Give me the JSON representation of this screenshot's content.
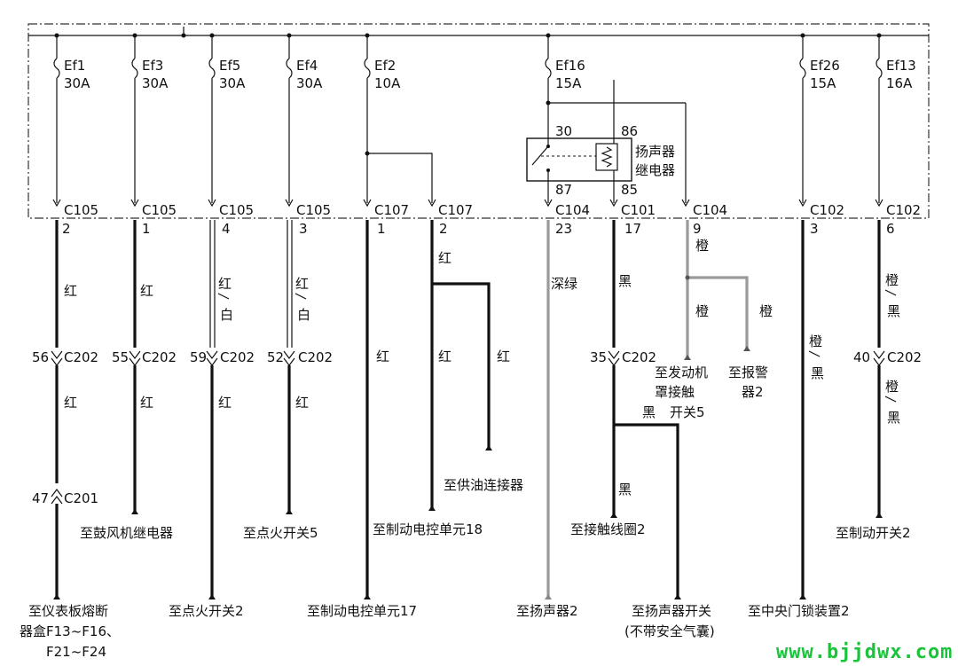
{
  "diagram": {
    "fuses": [
      {
        "name": "Ef1",
        "rating": "30A"
      },
      {
        "name": "Ef3",
        "rating": "30A"
      },
      {
        "name": "Ef5",
        "rating": "30A"
      },
      {
        "name": "Ef4",
        "rating": "30A"
      },
      {
        "name": "Ef2",
        "rating": "10A"
      },
      {
        "name": "Ef16",
        "rating": "15A"
      },
      {
        "name": "Ef26",
        "rating": "15A"
      },
      {
        "name": "Ef13",
        "rating": "16A"
      }
    ],
    "box_connectors": [
      {
        "label": "C105",
        "pin": "2"
      },
      {
        "label": "C105",
        "pin": "1"
      },
      {
        "label": "C105",
        "pin": "4"
      },
      {
        "label": "C105",
        "pin": "3"
      },
      {
        "label": "C107",
        "pin": "1"
      },
      {
        "label": "C107",
        "pin": "2"
      },
      {
        "label": "C104",
        "pin": "23"
      },
      {
        "label": "C101",
        "pin": "17"
      },
      {
        "label": "C104",
        "pin": "9"
      },
      {
        "label": "C102",
        "pin": "3"
      },
      {
        "label": "C102",
        "pin": "6"
      }
    ],
    "relay": {
      "name_line1": "扬声器",
      "name_line2": "继电器",
      "pins": [
        "30",
        "86",
        "87",
        "85"
      ]
    },
    "mid_connectors": [
      {
        "pin": "56",
        "label": "C202"
      },
      {
        "pin": "55",
        "label": "C202"
      },
      {
        "pin": "59",
        "label": "C202"
      },
      {
        "pin": "52",
        "label": "C202"
      },
      {
        "pin": "35",
        "label": "C202"
      },
      {
        "pin": "40",
        "label": "C202"
      },
      {
        "pin": "47",
        "label": "C201"
      }
    ],
    "wire_colors": {
      "red": "红",
      "white": "白",
      "dark_green": "深绿",
      "black": "黑",
      "orange": "橙"
    },
    "destinations": {
      "instrument_fuse_box_l1": "至仪表板熔断",
      "instrument_fuse_box_l2": "器盒F13~F16、",
      "instrument_fuse_box_l3": "F21~F24",
      "blower_relay": "至鼓风机继电器",
      "ignition_switch_2": "至点火开关2",
      "ignition_switch_5": "至点火开关5",
      "brake_ecu_17": "至制动电控单元17",
      "brake_ecu_18": "至制动电控单元18",
      "fuel_connector": "至供油连接器",
      "horn_2": "至扬声器2",
      "contact_coil_2": "至接触线圈2",
      "horn_switch_l1": "至扬声器开关",
      "horn_switch_l2": "(不带安全气囊)",
      "hood_switch_l1": "至发动机",
      "hood_switch_l2": "罩接触",
      "hood_switch_l3": "开关5",
      "alarm_l1": "至报警",
      "alarm_l2": "器2",
      "central_lock_2": "至中央门锁装置2",
      "brake_switch_2": "至制动开关2"
    },
    "watermark": "www.bjjdwx.com"
  }
}
